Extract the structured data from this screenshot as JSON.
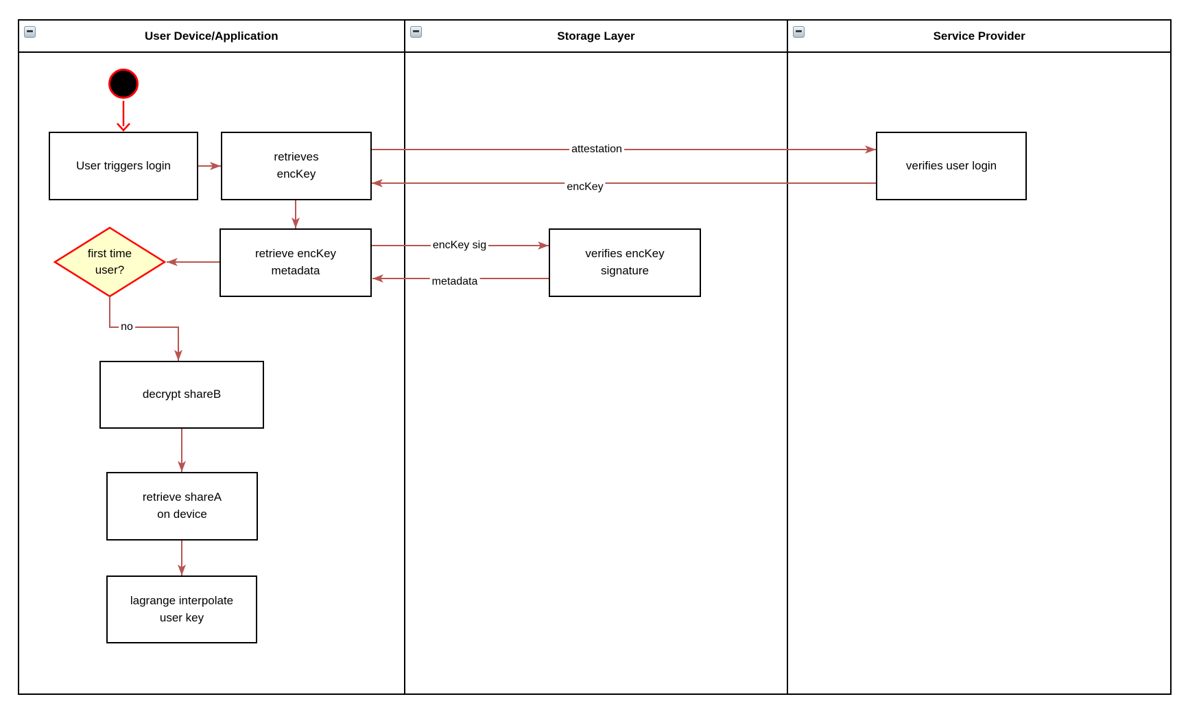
{
  "lanes": [
    {
      "id": "user-device",
      "title": "User Device/Application"
    },
    {
      "id": "storage-layer",
      "title": "Storage Layer"
    },
    {
      "id": "service-provider",
      "title": "Service Provider"
    }
  ],
  "icons": {
    "collapse": "minus-icon"
  },
  "nodes": {
    "start": {
      "type": "initial-node"
    },
    "user_triggers_login": {
      "label": "User triggers login"
    },
    "retrieves_enckey": {
      "label": "retrieves\nencKey"
    },
    "first_time_user": {
      "label": "first time\nuser?"
    },
    "retrieve_enckey_metadata": {
      "label": "retrieve encKey\nmetadata"
    },
    "decrypt_shareb": {
      "label": "decrypt shareB"
    },
    "retrieve_sharea": {
      "label": "retrieve shareA\non device"
    },
    "lagrange_interpolate": {
      "label": "lagrange interpolate\nuser key"
    },
    "verifies_enckey_signature": {
      "label": "verifies encKey\nsignature"
    },
    "verifies_user_login": {
      "label": "verifies user login"
    }
  },
  "edge_labels": {
    "attestation": "attestation",
    "enckey": "encKey",
    "enckey_sig": "encKey sig",
    "metadata": "metadata",
    "no": "no"
  },
  "colors": {
    "arrow": "#B85450",
    "start_arrow": "#FF0000",
    "node_border": "#000000",
    "node_fill": "#FFFFFF",
    "decision_fill": "#FFFFCC",
    "decision_border": "#FF0000",
    "lane_border": "#000000"
  }
}
